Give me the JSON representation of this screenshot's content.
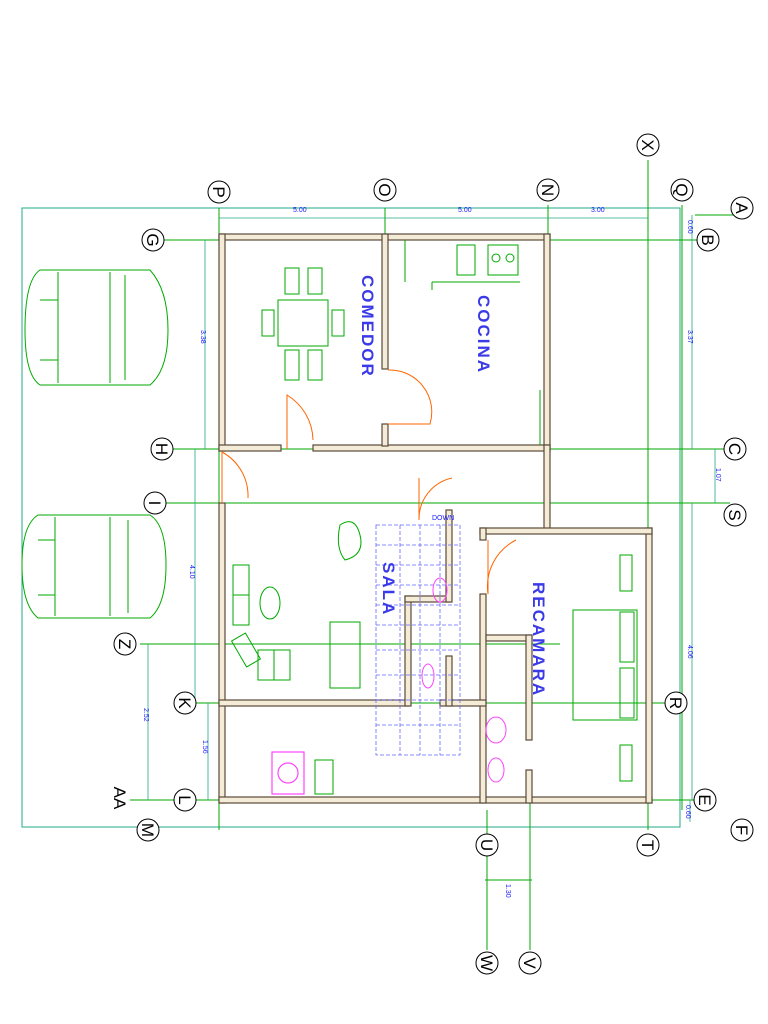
{
  "rooms": {
    "comedor": "COMEDOR",
    "cocina": "COCINA",
    "sala": "SALA",
    "recamara": "RECAMARA"
  },
  "grid": {
    "top": [
      "P",
      "O",
      "N",
      "Q",
      "X"
    ],
    "right": [
      "A",
      "B",
      "C",
      "S",
      "R",
      "E",
      "F"
    ],
    "left": [
      "G",
      "H",
      "I",
      "Z",
      "K",
      "L",
      "AA",
      "M"
    ],
    "bottom": [
      "T",
      "U",
      "W",
      "V"
    ]
  },
  "dimensions": {
    "top_1": "5.00",
    "top_2": "5.00",
    "top_3": "3.00",
    "right_1": "0.60",
    "right_2": "3.37",
    "right_3": "1.07",
    "right_4": "4.06",
    "right_5": "0.60",
    "left_1": "3.38",
    "left_2": "4.10",
    "left_3": "2.52",
    "left_4": "1.56",
    "bottom_1": "1.30"
  },
  "stair_tag": "DOWN",
  "colors": {
    "wall": "#5a4a3a",
    "wall_fill": "#f4ecd6",
    "grid_line": "#00aa00",
    "dim_line": "#22aa88",
    "furniture": "#00aa00",
    "door": "#ff6600",
    "stair": "#6666ff",
    "fixture": "#ff44ff",
    "text": "#3a3ae8"
  },
  "icons": [
    "car-icon",
    "dining-table-icon",
    "bed-icon",
    "sofa-icon",
    "stove-icon",
    "toilet-icon",
    "sink-icon"
  ]
}
